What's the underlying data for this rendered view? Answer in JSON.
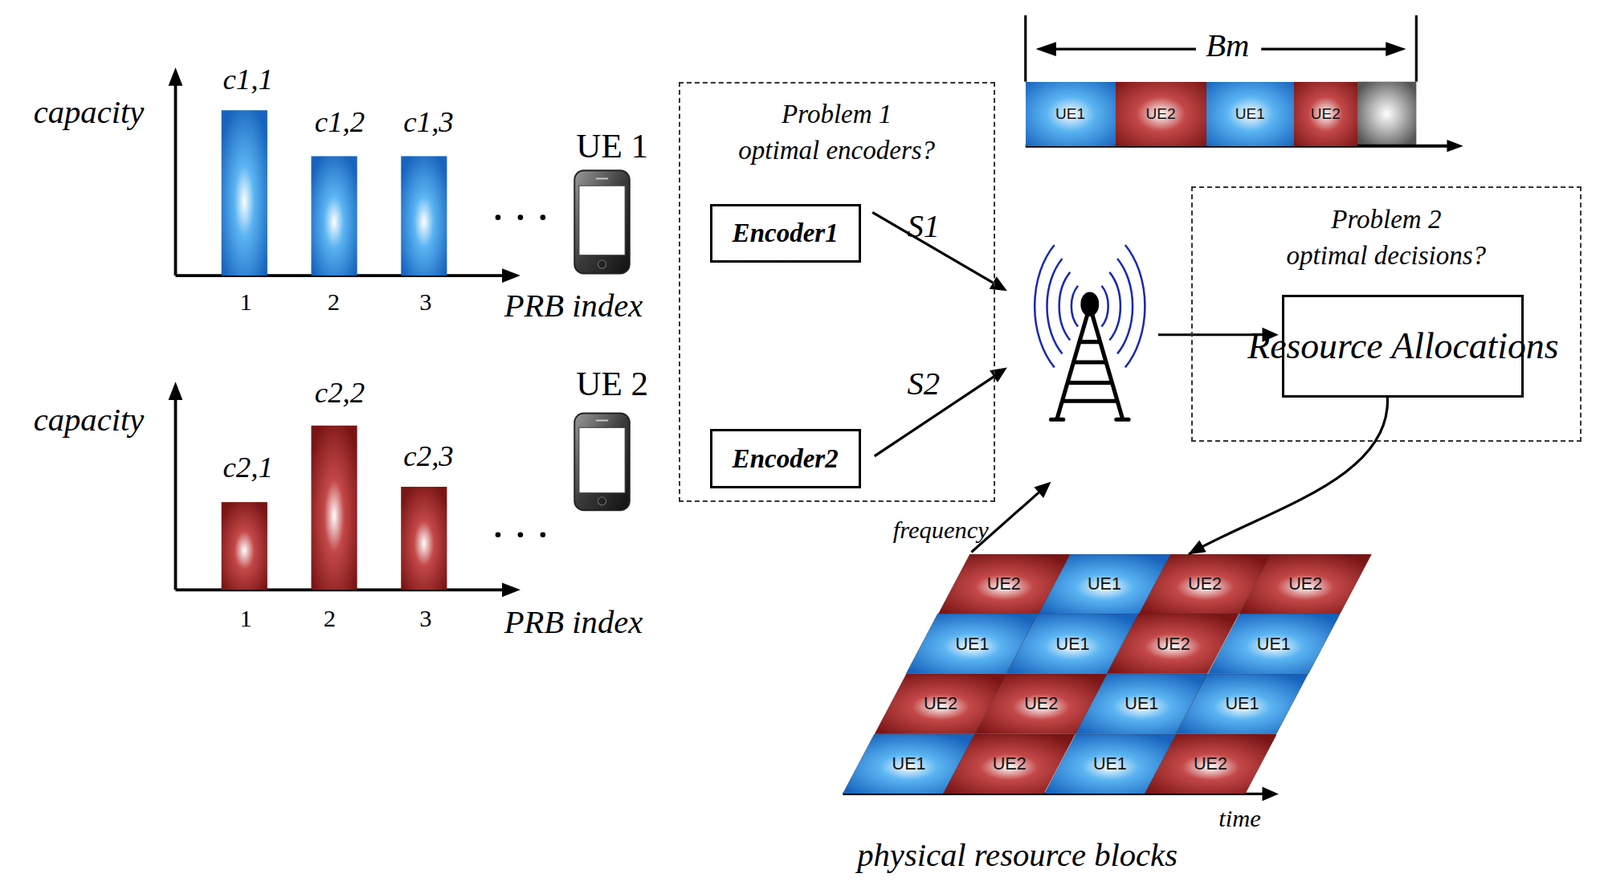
{
  "diagram": {
    "nodes": [
      {
        "text": [
          "Problem 1",
          "optimal encoders?"
        ]
      },
      {
        "text": [
          "Encoder1"
        ],
        "in": 0
      },
      {
        "text": [
          "Encoder2"
        ],
        "in": 0
      },
      {
        "text": [
          "UE1"
        ]
      },
      {
        "text": [
          "UE2"
        ]
      },
      {
        "text": [
          "UE1"
        ]
      },
      {
        "text": [
          "UE2"
        ]
      },
      {
        "text": [
          "Problem 2",
          "optimal decisions?"
        ]
      },
      {
        "text": [
          "Resource Allocations"
        ],
        "in": 7
      },
      {
        "text": [
          "UE2"
        ]
      },
      {
        "text": [
          "UE1"
        ]
      },
      {
        "text": [
          "UE2"
        ]
      },
      {
        "text": [
          "UE2"
        ]
      },
      {
        "text": [
          "UE1"
        ]
      },
      {
        "text": [
          "UE1"
        ]
      },
      {
        "text": [
          "UE2"
        ]
      },
      {
        "text": [
          "UE1"
        ]
      },
      {
        "text": [
          "UE2"
        ]
      },
      {
        "text": [
          "UE2"
        ]
      },
      {
        "text": [
          "UE1"
        ]
      },
      {
        "text": [
          "UE1"
        ]
      },
      {
        "text": [
          "UE1"
        ]
      },
      {
        "text": [
          "UE2"
        ]
      },
      {
        "text": [
          "UE1"
        ]
      },
      {
        "text": [
          "UE2"
        ]
      }
    ],
    "edges": [
      {
        "from": 8,
        "to": 11,
        "arrow": "to"
      }
    ],
    "labels": [
      "capacity",
      "c1,1",
      "c1,2",
      "c1,3",
      "1",
      "2",
      "3",
      "PRB index",
      "UE 1",
      "capacity",
      "c2,1",
      "c2,2",
      "c2,3",
      "1",
      "2",
      "3",
      "PRB index",
      "UE 2",
      "S1",
      "S2",
      "Bm",
      "frequency",
      "time",
      "physical resource blocks"
    ]
  }
}
